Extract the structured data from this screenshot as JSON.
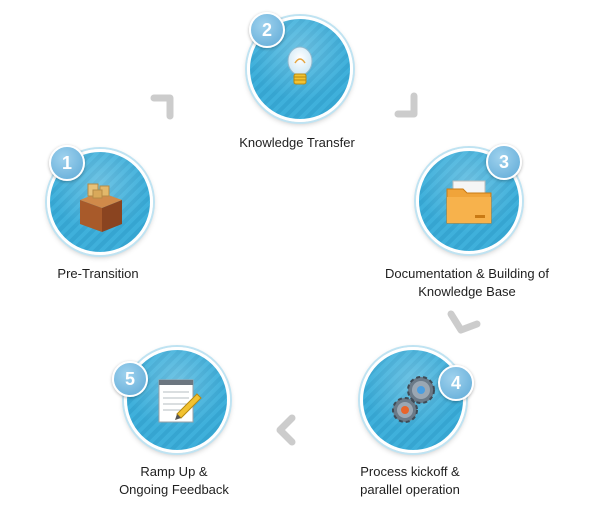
{
  "steps": [
    {
      "number": "1",
      "label_lines": [
        "Pre-Transition"
      ],
      "icon": "box-icon"
    },
    {
      "number": "2",
      "label_lines": [
        "Knowledge Transfer"
      ],
      "icon": "lightbulb-icon"
    },
    {
      "number": "3",
      "label_lines": [
        "Documentation & Building of",
        "Knowledge Base"
      ],
      "icon": "folder-icon"
    },
    {
      "number": "4",
      "label_lines": [
        "Process kickoff &",
        "parallel operation"
      ],
      "icon": "gears-icon"
    },
    {
      "number": "5",
      "label_lines": [
        "Ramp Up &",
        "Ongoing Feedback"
      ],
      "icon": "notepad-icon"
    }
  ],
  "colors": {
    "disc": "#3fb0db",
    "badge": "#5ea9d6",
    "arrow": "#cccccc",
    "text": "#1f1f1f"
  }
}
